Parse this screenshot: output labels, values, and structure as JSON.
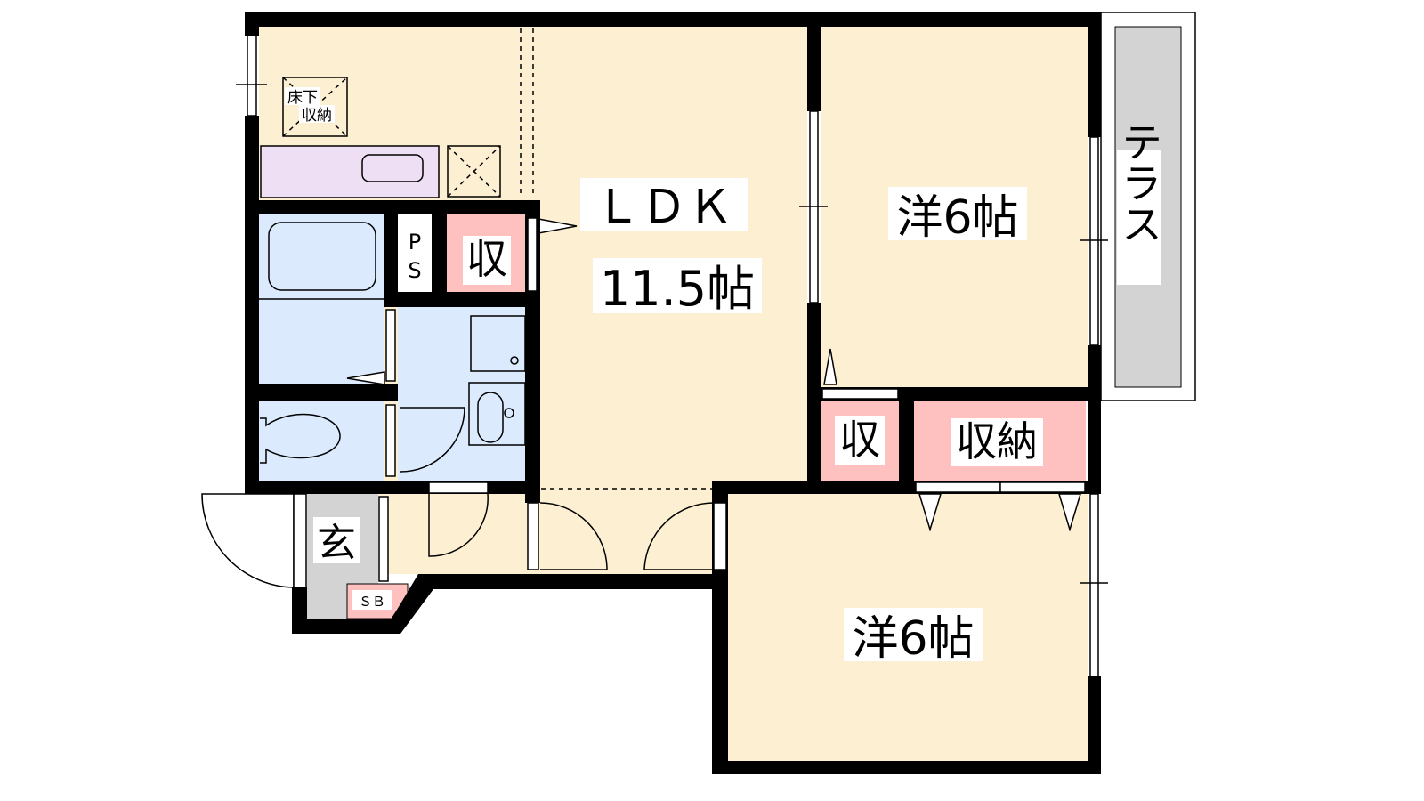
{
  "rooms": {
    "ldk": {
      "name": "ＬＤＫ",
      "size": "11.5帖"
    },
    "western1": {
      "name": "洋6帖"
    },
    "western2": {
      "name": "洋6帖"
    },
    "terrace": {
      "name": "テラス"
    },
    "entrance": {
      "name": "玄"
    },
    "underfloor_storage": {
      "line1": "床下",
      "line2": "収納"
    },
    "pipe_space": {
      "line1": "P",
      "line2": "S"
    },
    "storage_small_1": {
      "name": "収"
    },
    "storage_small_2": {
      "name": "収"
    },
    "closet": {
      "name": "収納"
    },
    "shoe_box": {
      "name": "ＳＢ"
    }
  },
  "colors": {
    "floor": "#fdf0d2",
    "wet": "#dbeafc",
    "storage": "#ffc0c0",
    "kitchen": "#efdff5",
    "terrace": "#d3d3d3",
    "wall": "#000000"
  }
}
